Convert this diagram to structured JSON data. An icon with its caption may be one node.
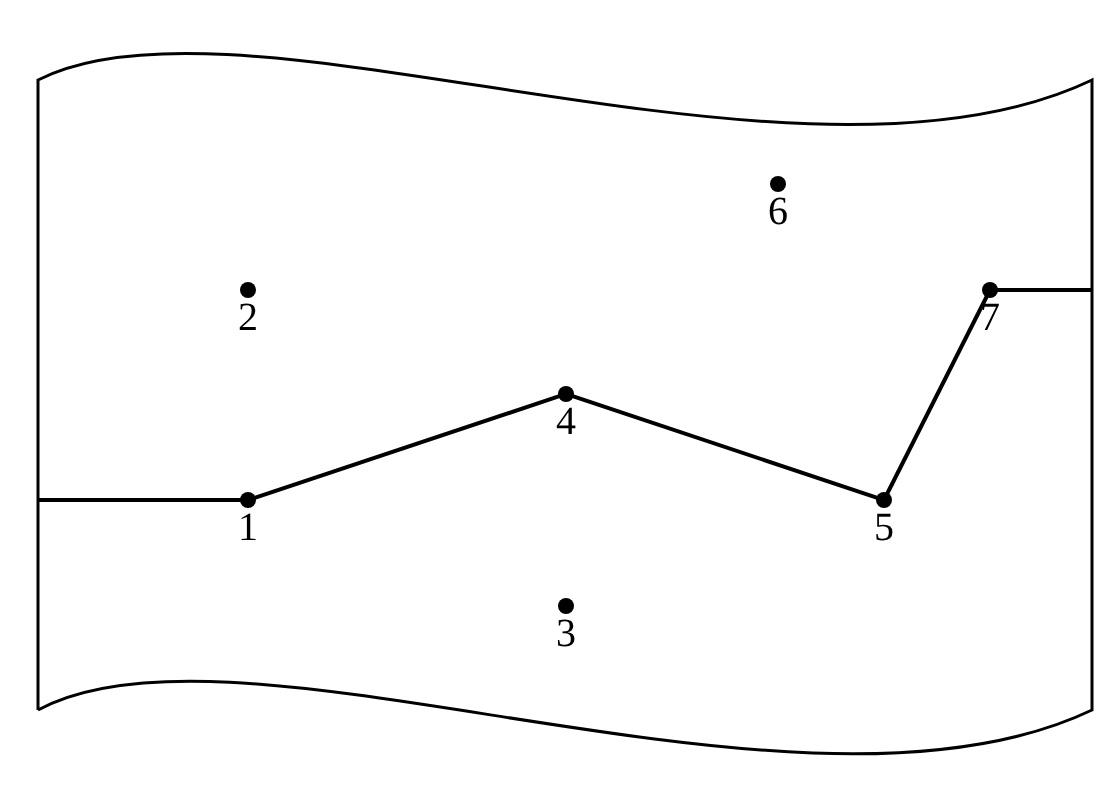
{
  "diagram": {
    "nodes": [
      {
        "text": [
          "1"
        ]
      },
      {
        "text": [
          "2"
        ]
      },
      {
        "text": [
          "3"
        ]
      },
      {
        "text": [
          "4"
        ]
      },
      {
        "text": [
          "5"
        ]
      },
      {
        "text": [
          "6"
        ]
      },
      {
        "text": [
          "7"
        ]
      }
    ],
    "edges": [
      {
        "from": null,
        "to": 0,
        "arrow": "none"
      },
      {
        "from": 0,
        "to": 3,
        "arrow": "none"
      },
      {
        "from": 3,
        "to": 4,
        "arrow": "none"
      },
      {
        "from": 4,
        "to": 6,
        "arrow": "none"
      },
      {
        "from": 6,
        "to": null,
        "arrow": "none"
      }
    ]
  }
}
